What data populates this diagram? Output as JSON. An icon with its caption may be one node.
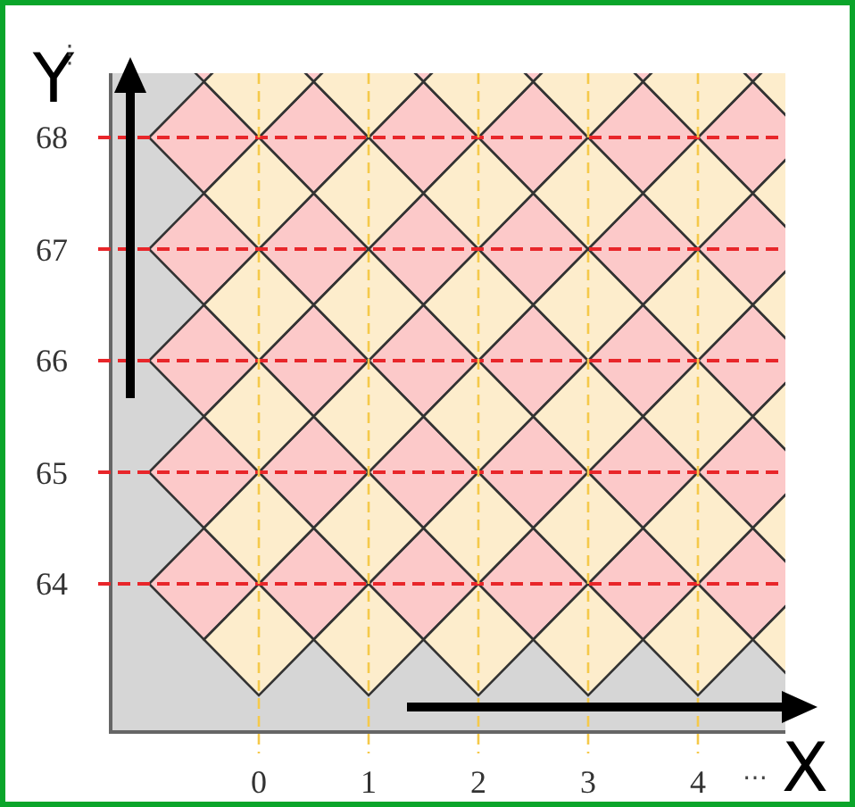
{
  "diagram": {
    "labels": [
      "Y",
      "⋮",
      "68",
      "67",
      "66",
      "65",
      "64",
      "0",
      "1",
      "2",
      "3",
      "4",
      "⋯",
      "X"
    ]
  }
}
